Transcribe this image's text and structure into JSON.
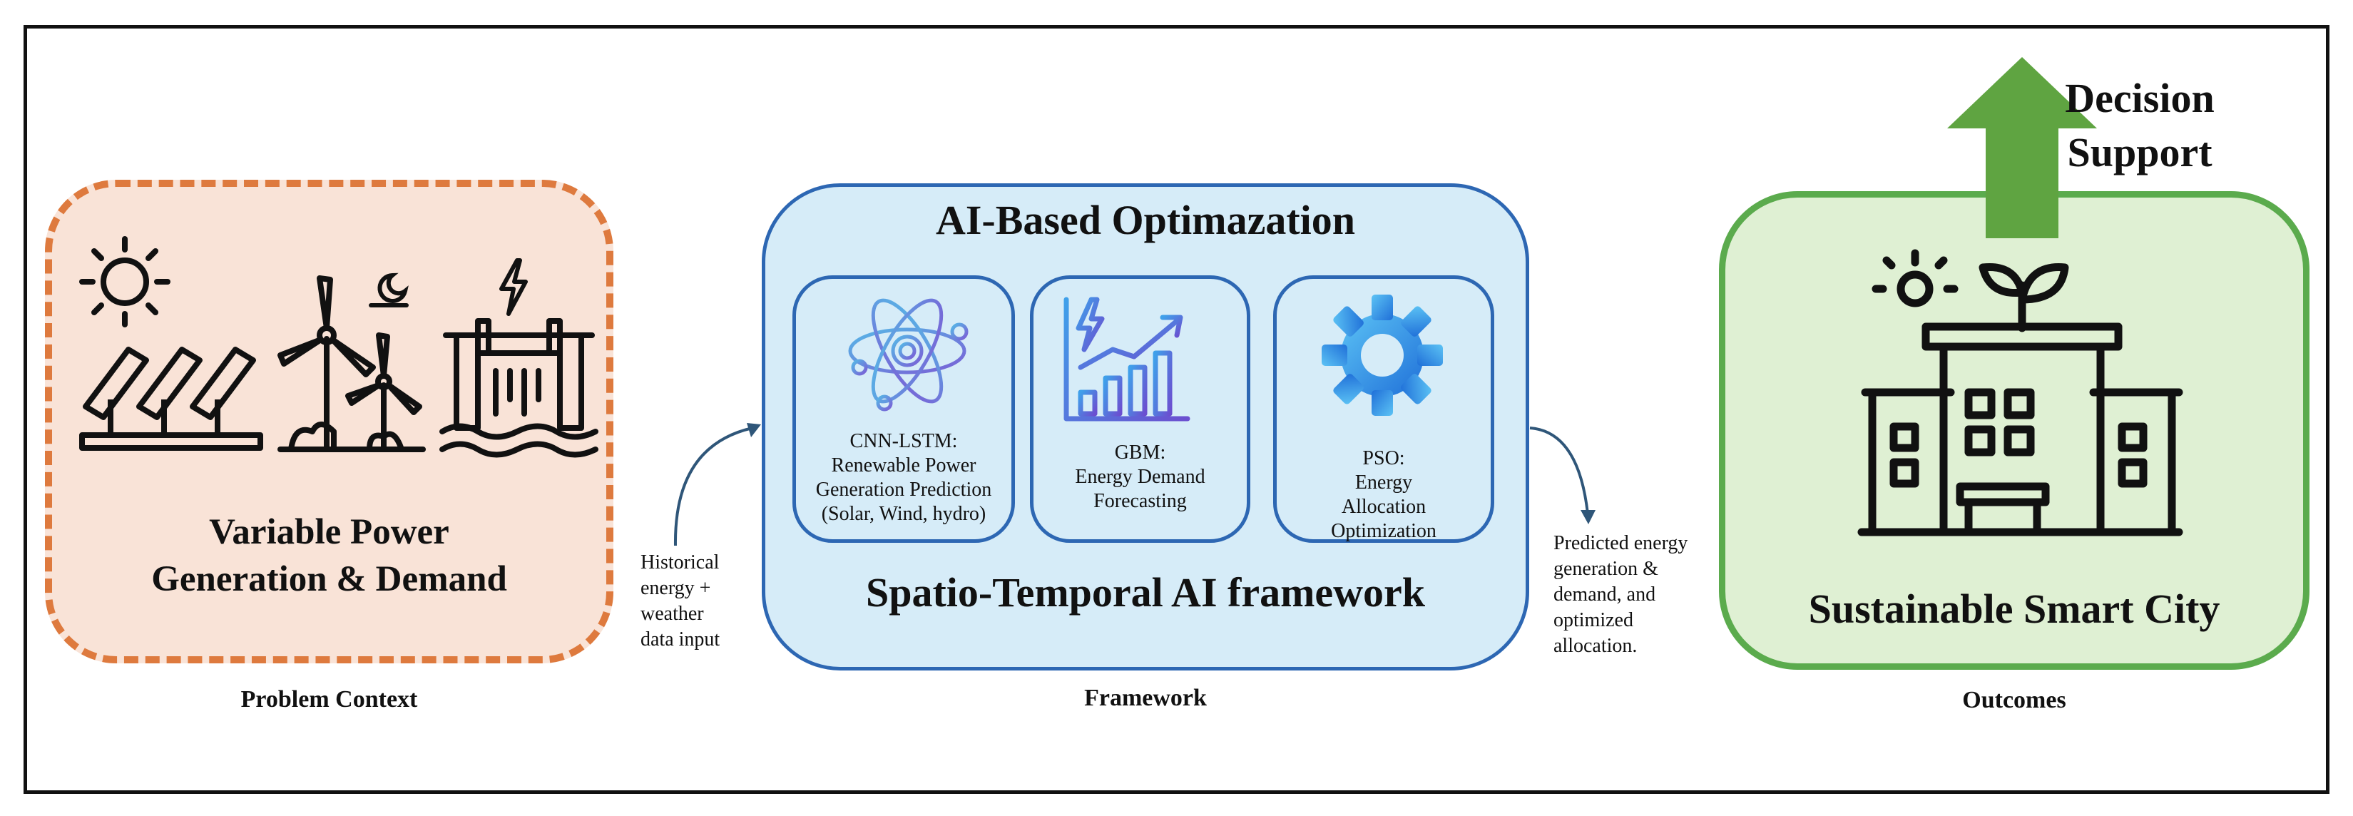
{
  "problem": {
    "title_line1": "Variable Power",
    "title_line2": "Generation & Demand",
    "caption": "Problem Context"
  },
  "framework": {
    "title": "AI-Based Optimazation",
    "subtitle": "Spatio-Temporal AI framework",
    "caption": "Framework",
    "cards": [
      {
        "line1": "CNN-LSTM:",
        "line2": "Renewable Power",
        "line3": "Generation Prediction",
        "line4": "(Solar, Wind, hydro)",
        "icon": "atom-icon"
      },
      {
        "line1": "GBM:",
        "line2": "Energy Demand",
        "line3": "Forecasting",
        "icon": "growth-chart-icon"
      },
      {
        "line1": "PSO:",
        "line2": "Energy",
        "line3": "Allocation",
        "line4": "Optimization",
        "icon": "gear-icon"
      }
    ]
  },
  "input_note": {
    "line1": "Historical",
    "line2": "energy +",
    "line3": "weather",
    "line4": "data input"
  },
  "output_note": {
    "line1": "Predicted energy",
    "line2": "generation &",
    "line3": "demand, and",
    "line4": "optimized",
    "line5": "allocation."
  },
  "outcome": {
    "title": "Sustainable Smart City",
    "caption": "Outcomes",
    "decision_line1": "Decision",
    "decision_line2": "Support"
  },
  "colors": {
    "problem_fill": "#f9e3d7",
    "problem_border": "#de7a3e",
    "framework_fill": "#d6ecf8",
    "framework_border": "#2d67b3",
    "outcome_fill": "#dff0d3",
    "outcome_border": "#5bab4d",
    "arrow_green": "#5fa441",
    "arrow_blue": "#2f5679"
  },
  "icons": [
    "sun-icon",
    "solar-panels-icon",
    "wind-turbines-icon",
    "moon-cloud-icon",
    "lightning-icon",
    "hydro-dam-icon",
    "atom-icon",
    "growth-chart-icon",
    "gear-icon",
    "green-building-icon",
    "up-arrow-icon"
  ]
}
